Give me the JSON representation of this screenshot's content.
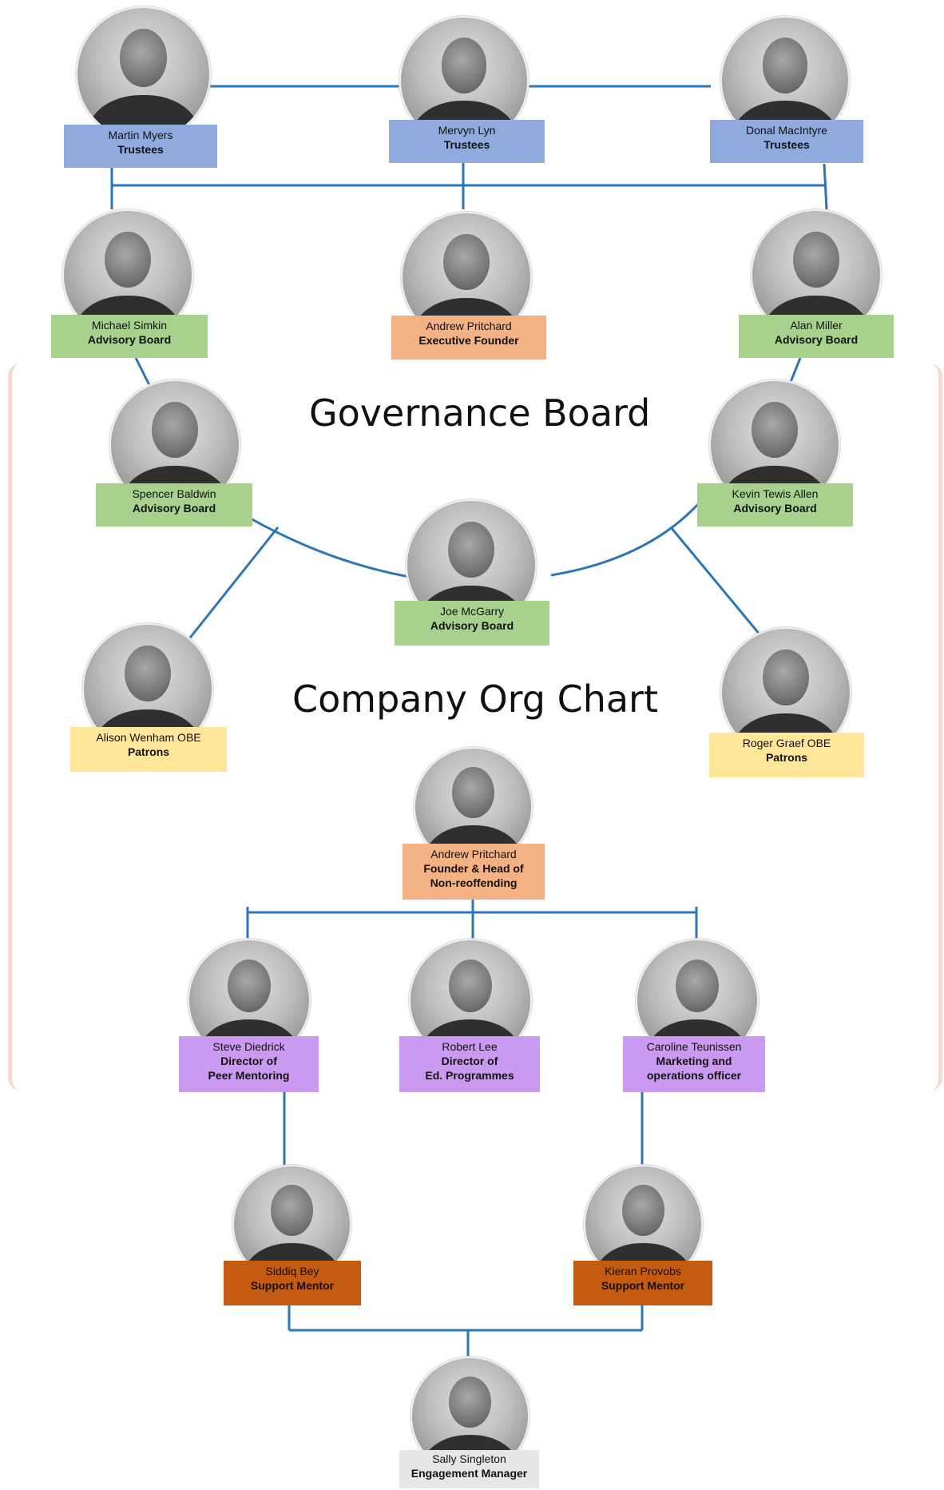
{
  "headings": {
    "governance": "Governance Board",
    "org": "Company Org Chart"
  },
  "colors": {
    "trustee_blue": "#8faadc",
    "advisory_green": "#a9d18e",
    "founder_peach": "#f4b183",
    "patron_yellow": "#ffe699",
    "director_purple": "#cc99f2",
    "mentor_orange": "#c55a11",
    "manager_grey": "#e6e6e6",
    "connector_blue": "#2e75b6",
    "frame_pink": "#f7d9cf"
  },
  "people": [
    {
      "name": "Martin Myers",
      "role": "Trustees"
    },
    {
      "name": "Mervyn Lyn",
      "role": "Trustees"
    },
    {
      "name": "Donal MacIntyre",
      "role": "Trustees"
    },
    {
      "name": "Michael Simkin",
      "role": "Advisory Board"
    },
    {
      "name": "Andrew Pritchard",
      "role": "Executive Founder"
    },
    {
      "name": "Alan Miller",
      "role": "Advisory Board"
    },
    {
      "name": "Spencer Baldwin",
      "role": "Advisory Board"
    },
    {
      "name": "Kevin Tewis Allen",
      "role": "Advisory Board"
    },
    {
      "name": "Joe McGarry",
      "role": "Advisory Board"
    },
    {
      "name": "Alison Wenham OBE",
      "role": "Patrons"
    },
    {
      "name": "Roger Graef OBE",
      "role": "Patrons"
    },
    {
      "name": "Andrew Pritchard",
      "role": "Founder & Head of",
      "role2": "Non-reoffending"
    },
    {
      "name": "Steve Diedrick",
      "role": "Director of",
      "role2": "Peer Mentoring"
    },
    {
      "name": "Robert Lee",
      "role": "Director of",
      "role2": "Ed. Programmes"
    },
    {
      "name": "Caroline Teunissen",
      "role": "Marketing and",
      "role2": "operations officer"
    },
    {
      "name": "Siddiq Bey",
      "role": "Support Mentor"
    },
    {
      "name": "Kieran Provobs",
      "role": "Support Mentor"
    },
    {
      "name": "Sally Singleton",
      "role": "Engagement Manager"
    }
  ]
}
